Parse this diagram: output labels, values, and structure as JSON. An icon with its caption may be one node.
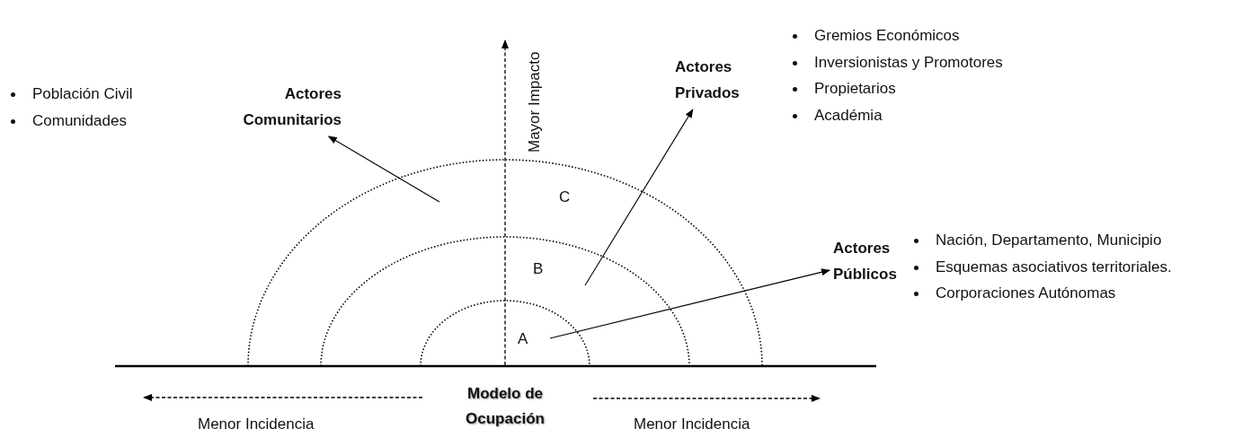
{
  "diagram": {
    "nodes": [
      {
        "text": [
          "Actores Comunitarios"
        ],
        "beside": [
          "Población Civil",
          "Comunidades"
        ]
      },
      {
        "text": [
          "Actores Privados"
        ],
        "beside": [
          "Gremios Económicos",
          "Inversionistas y Promotores",
          "Propietarios",
          "Académia"
        ]
      },
      {
        "text": [
          "Actores Públicos"
        ],
        "beside": [
          "Nación, Departamento, Municipio",
          "Esquemas asociativos territoriales.",
          "Corporaciones Autónomas"
        ]
      }
    ],
    "edges": [
      {
        "from": null,
        "to": 0,
        "arrow": "to"
      },
      {
        "from": null,
        "to": 1,
        "arrow": "to"
      },
      {
        "from": null,
        "to": 2,
        "arrow": "to"
      }
    ],
    "labels": [
      "Mayor Impacto",
      "C",
      "B",
      "A",
      "Modelo de Ocupación",
      "Menor Incidencia",
      "Menor Incidencia"
    ]
  }
}
